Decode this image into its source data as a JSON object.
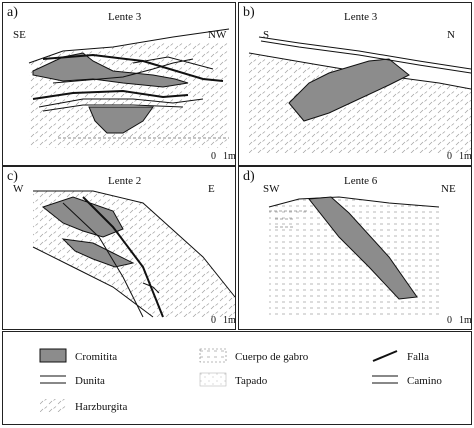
{
  "panels": {
    "a": {
      "letter": "a)",
      "title": "Lente 3",
      "left_label": "SE",
      "right_label": "NW",
      "scale": "0",
      "scale_unit": "1m"
    },
    "b": {
      "letter": "b)",
      "title": "Lente 3",
      "left_label": "S",
      "right_label": "N",
      "scale": "0",
      "scale_unit": "1m"
    },
    "c": {
      "letter": "c)",
      "title": "Lente 2",
      "left_label": "W",
      "right_label": "E",
      "scale": "0",
      "scale_unit": "1m"
    },
    "d": {
      "letter": "d)",
      "title": "Lente 6",
      "left_label": "SW",
      "right_label": "NE",
      "scale": "0",
      "scale_unit": "1m"
    }
  },
  "legend": {
    "items": [
      {
        "key": "cromitita",
        "label": "Cromitita"
      },
      {
        "key": "dunita",
        "label": "Dunita"
      },
      {
        "key": "harzburgita",
        "label": "Harzburgita"
      },
      {
        "key": "gabro",
        "label": "Cuerpo de gabro"
      },
      {
        "key": "tapado",
        "label": "Tapado"
      },
      {
        "key": "falla",
        "label": "Falla"
      },
      {
        "key": "camino",
        "label": "Camino"
      }
    ]
  },
  "colors": {
    "chromitite": "#8c8c8c",
    "line": "#111111",
    "stipple": "#9a9a9a"
  }
}
